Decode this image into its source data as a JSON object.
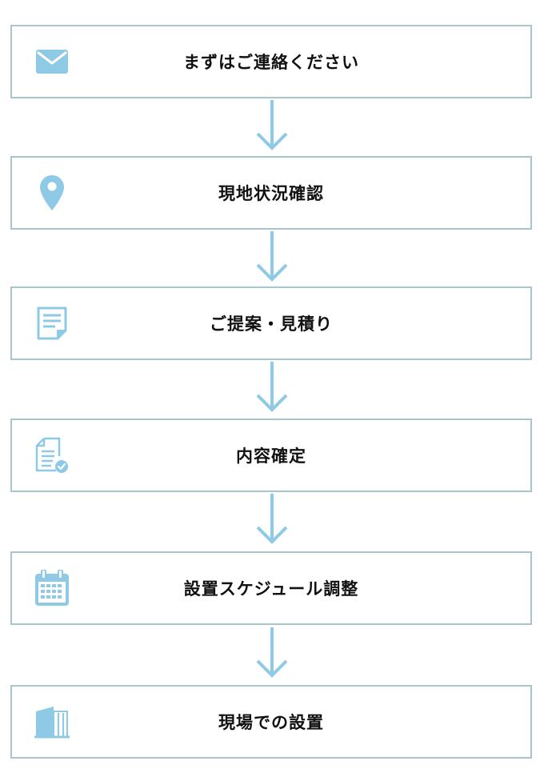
{
  "flow": {
    "accent_color": "#8ecae6",
    "border_color": "#a8c4cc",
    "steps": [
      {
        "label": "まずはご連絡ください",
        "icon": "mail-icon"
      },
      {
        "label": "現地状況確認",
        "icon": "map-pin-icon"
      },
      {
        "label": "ご提案・見積り",
        "icon": "document-icon"
      },
      {
        "label": "内容確定",
        "icon": "document-check-icon"
      },
      {
        "label": "設置スケジュール調整",
        "icon": "calendar-icon"
      },
      {
        "label": "現場での設置",
        "icon": "building-icon"
      }
    ]
  }
}
